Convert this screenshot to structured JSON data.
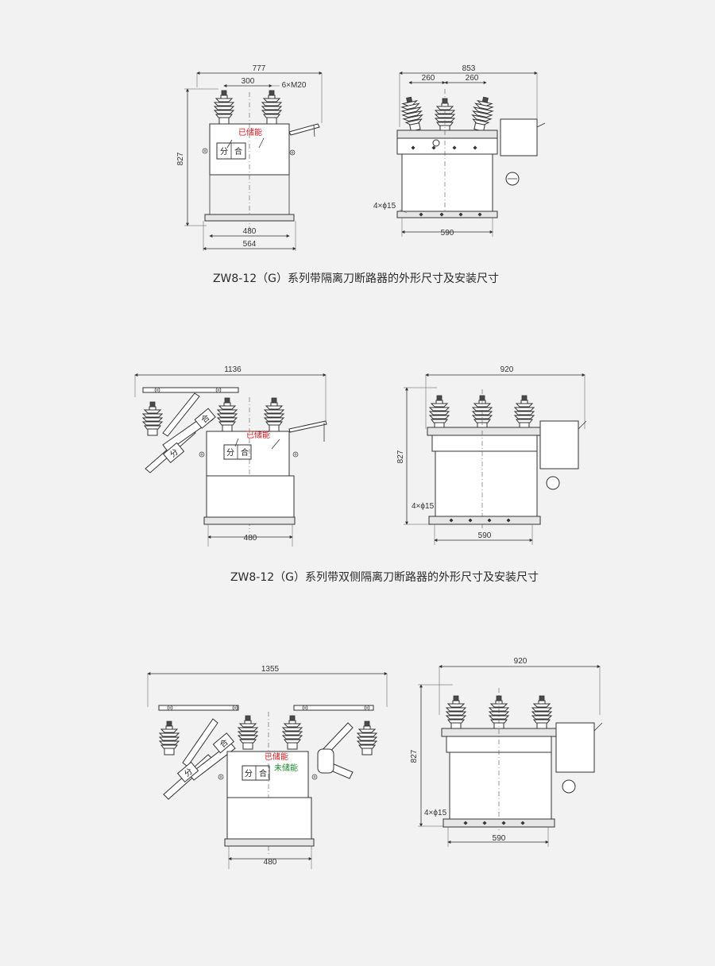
{
  "colors": {
    "red_label": "#d3151c",
    "green_label": "#1a8a2a",
    "background": "#f2f2f2"
  },
  "fig1": {
    "caption": "ZW8-12（G）系列带隔离刀断路器的外形尺寸及安装尺寸",
    "front": {
      "width_total": "777",
      "pitch": "300",
      "bolt": "6×M20",
      "height": "827",
      "base_inner": "480",
      "base_outer": "564",
      "charged": "已储能",
      "open": "分",
      "close": "合"
    },
    "side": {
      "width_total": "853",
      "phase_pitch_1": "260",
      "phase_pitch_2": "260",
      "mount_holes": "4×ϕ15",
      "mount_span": "590"
    }
  },
  "fig2": {
    "caption": "ZW8-12（G）系列带双侧隔离刀断路器的外形尺寸及安装尺寸",
    "front": {
      "width_total": "1136",
      "base_inner": "480",
      "charged": "已储能",
      "open": "分",
      "close": "合",
      "blade_a": "分",
      "blade_b": "合"
    },
    "side": {
      "width_total": "920",
      "height": "827",
      "mount_holes": "4×ϕ15",
      "mount_span": "590"
    }
  },
  "fig3": {
    "front": {
      "width_total": "1355",
      "base_inner": "480",
      "charged": "已储能",
      "uncharged": "未储能",
      "open": "分",
      "close": "合",
      "blade_a": "分",
      "blade_b": "合"
    },
    "side": {
      "width_total": "920",
      "height": "827",
      "mount_holes": "4×ϕ15",
      "mount_span": "590"
    }
  }
}
